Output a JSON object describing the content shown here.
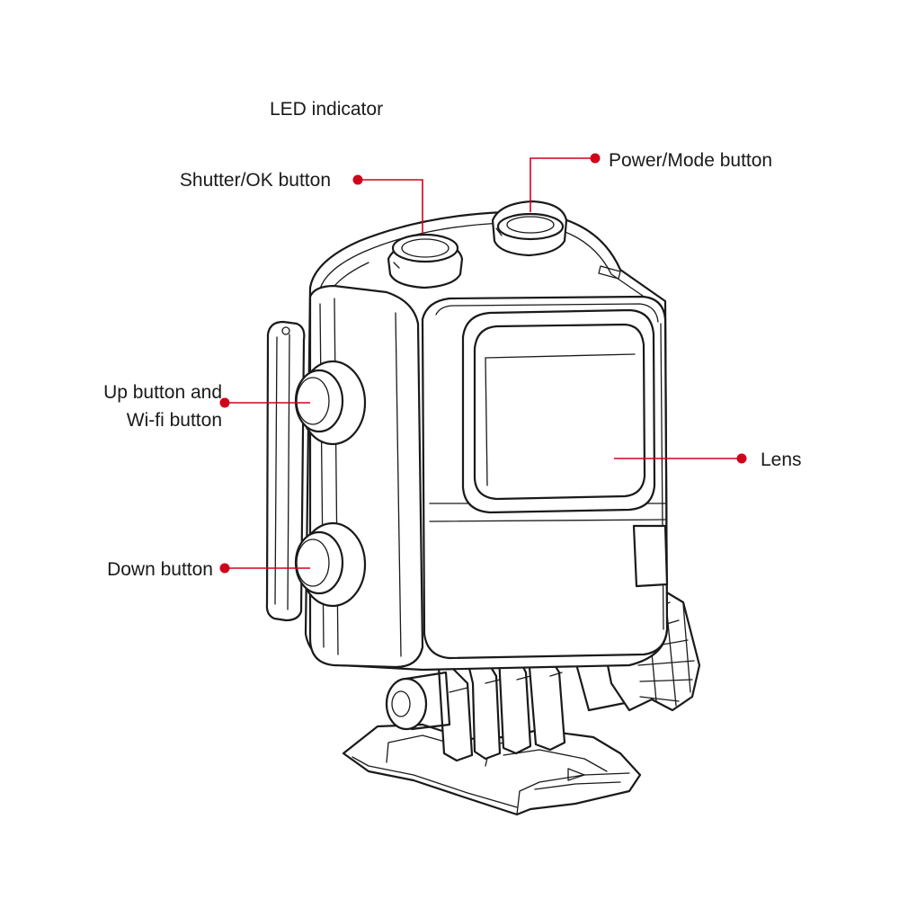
{
  "labels": {
    "led_indicator": "LED indicator",
    "shutter_ok": "Shutter/OK button",
    "power_mode": "Power/Mode button",
    "up_wifi_line1": "Up button and",
    "up_wifi_line2": "Wi-fi button",
    "down": "Down button",
    "lens": "Lens"
  },
  "colors": {
    "callout": "#d0021b",
    "outline": "#1a1a1a",
    "background": "#ffffff"
  }
}
